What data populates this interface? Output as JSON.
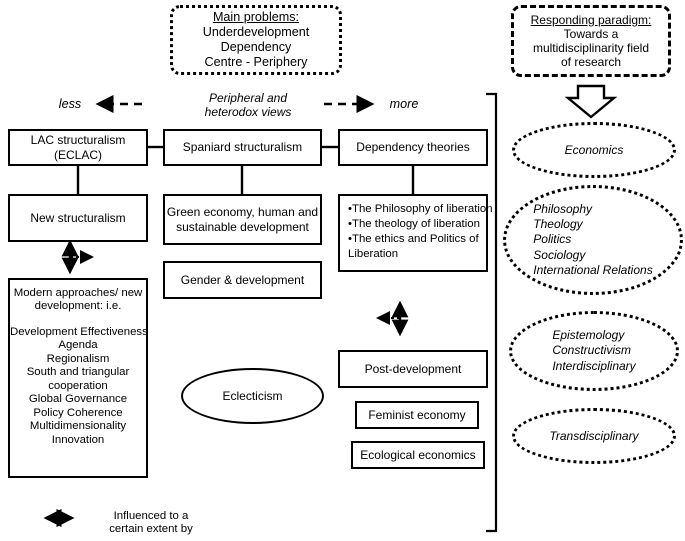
{
  "diagram": {
    "title_top_left": {
      "heading": "Main problems:",
      "lines": [
        "Underdevelopment",
        "Dependency",
        "Centre - Periphery"
      ]
    },
    "title_top_right": {
      "heading": "Responding paradigm:",
      "lines": [
        "Towards a",
        "multidisciplinarity field",
        "of research"
      ]
    },
    "axis": {
      "left_label": "less",
      "center_label_line1": "Peripheral  and",
      "center_label_line2": "heterodox views",
      "right_label": "more"
    },
    "columns": {
      "col1_header": "LAC structuralism",
      "col1_header_sub": "(ECLAC)",
      "col2_header": "Spaniard structuralism",
      "col3_header": "Dependency theories"
    },
    "boxes": {
      "new_structuralism": "New structuralism",
      "green_economy_l1": "Green economy, human and",
      "green_economy_l2": "sustainable development",
      "gender_development": "Gender & development",
      "liberation_items": [
        "•The Philosophy of liberation",
        "•The theology  of liberation",
        "•The ethics and Politics of",
        "Liberation"
      ],
      "post_development": "Post-development",
      "feminist_economy": "Feminist economy",
      "ecological_economics": "Ecological economics",
      "eclecticism": "Eclecticism",
      "modern_approaches": {
        "heading_l1": "Modern approaches/ new",
        "heading_l2": "development: i.e.",
        "items": [
          "Development Effectiveness",
          "Agenda",
          "Regionalism",
          "South and triangular",
          "cooperation",
          "Global Governance",
          "Policy Coherence",
          "Multidimensionality",
          "Innovation"
        ]
      }
    },
    "paradigm_ellipses": [
      {
        "lines": [
          "Economics"
        ]
      },
      {
        "lines": [
          "Philosophy",
          "Theology",
          "Politics",
          "Sociology",
          "International Relations"
        ]
      },
      {
        "lines": [
          "Epistemology",
          "Constructivism",
          "Interdisciplinary"
        ]
      },
      {
        "lines": [
          "Transdisciplinary"
        ]
      }
    ],
    "legend": {
      "line1": "Influenced to a",
      "line2": "certain extent by"
    },
    "colors": {
      "stroke": "#000000",
      "background": "#ffffff"
    },
    "icons": {
      "down_block_arrow": "down-block-arrow",
      "double_arrow": "double-headed-arrow",
      "dashed_arrow_left": "dashed-arrow-left",
      "dashed_arrow_right": "dashed-arrow-right",
      "right_bracket": "right-bracket"
    }
  }
}
